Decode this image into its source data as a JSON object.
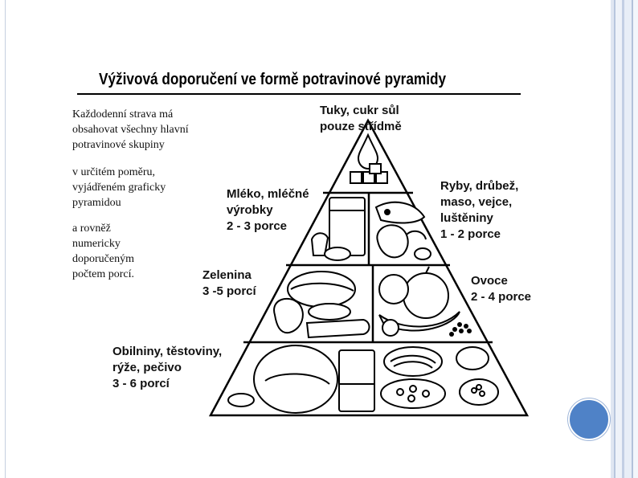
{
  "title": "Výživová doporučení ve formě potravinové pyramidy",
  "notes": {
    "n1": "Každodenní strava má\nobsahovat všechny hlavní\npotravinové skupiny",
    "n2": "v určitém poměru,\nvyjádřeném graficky\npyramidou",
    "n3": "a rovněž\nnumericky\ndoporučeným\npočtem porcí."
  },
  "labels": {
    "fats": "Tuky, cukr sůl\npouze  střídmě",
    "milk": "Mléko, mléčné\nvýrobky\n2 - 3 porce",
    "meat": "Ryby, drůbež,\nmaso, vejce,\nluštěniny\n1 - 2 porce",
    "vegetables": "Zelenina\n3 -5 porcí",
    "fruit": "Ovoce\n2 - 4 porce",
    "grains": "Obilniny, těstoviny,\nrýže, pečivo\n3 - 6 porcí"
  },
  "colors": {
    "accent_dot": "#4f82c7",
    "slide_edge": "#c3cfe4"
  }
}
